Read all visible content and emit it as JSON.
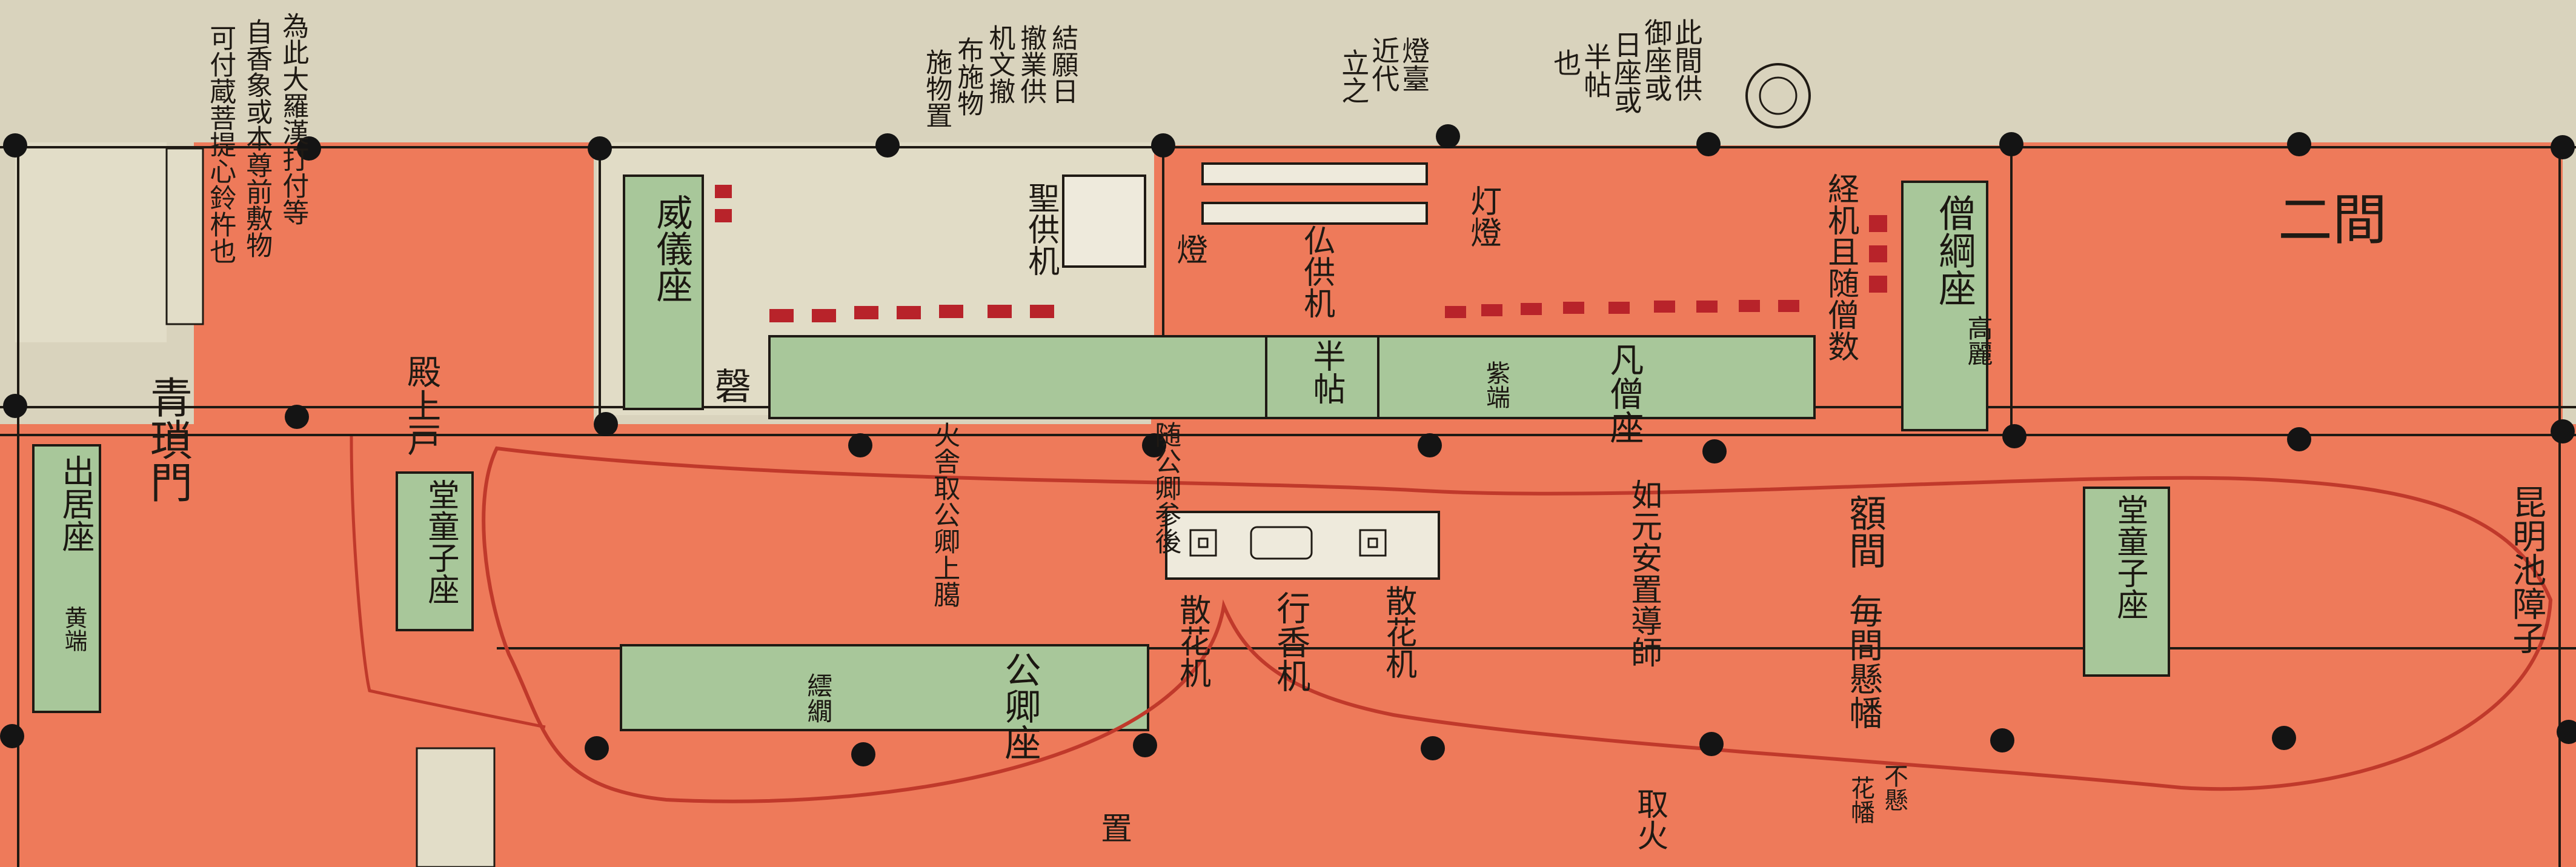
{
  "map": {
    "colors": {
      "paper": "#d9d3bd",
      "floor_red": "#ee7a5a",
      "mat_green": "#a8c79a",
      "ink": "#1f1a14",
      "route_line": "#c0392b"
    },
    "top_notes": {
      "note_left_1": "可付蔵菩提心鈴杵也",
      "note_left_2": "自香象或本尊前敷物",
      "note_left_3": "為此大羅漢打付等",
      "note_mid_1": "結願日",
      "note_mid_2": "撤業供",
      "note_mid_3": "机文撤",
      "note_mid_4": "布施物",
      "note_mid_5": "施物置",
      "note_lamp_1": "燈臺",
      "note_lamp_2": "近代",
      "note_lamp_3": "立之",
      "note_right_1": "此間供",
      "note_right_2": "御座或",
      "note_right_3": "日座或",
      "note_right_4": "半帖",
      "note_right_5": "也"
    },
    "rooms": {
      "niken": "二間",
      "seiryomon": "青瑣門",
      "denjo": "殿上戸"
    },
    "mats": {
      "shutsugo": "出居座",
      "shutsugo_edge": "黄端",
      "ikan": "威儀座",
      "doji_left": "堂童子座",
      "doji_right": "堂童子座",
      "kugyo": "公卿座",
      "kugyo_edge": "繧繝",
      "hanjo": "半帖",
      "kyosoza": "僧綱座",
      "kyoso_edge": "高麗",
      "bonno": "凡僧座",
      "bonno_edge": "紫端"
    },
    "furniture": {
      "seikyo_ki": "聖供机",
      "bukkyo_ki": "仏供机",
      "hei_toki": "燈",
      "right_toki": "灯燈",
      "gyoko_ki": "行香机",
      "sange_left": "散花机",
      "sange_right": "散花机",
      "kei": "磬"
    },
    "annotations": {
      "route_label_1": "火舎取公卿上臈",
      "route_label_2": "随公卿参後",
      "nyogen": "如元安置導師",
      "kyokisho": "経机且随僧数",
      "gakuma": "額間",
      "maikan": "毎間懸幡",
      "hakan_kaketa": "不懸",
      "hakan_kaketa2": "花幡",
      "konmeichi": "昆明池障子",
      "torihi": "取火",
      "oku": "置"
    }
  }
}
